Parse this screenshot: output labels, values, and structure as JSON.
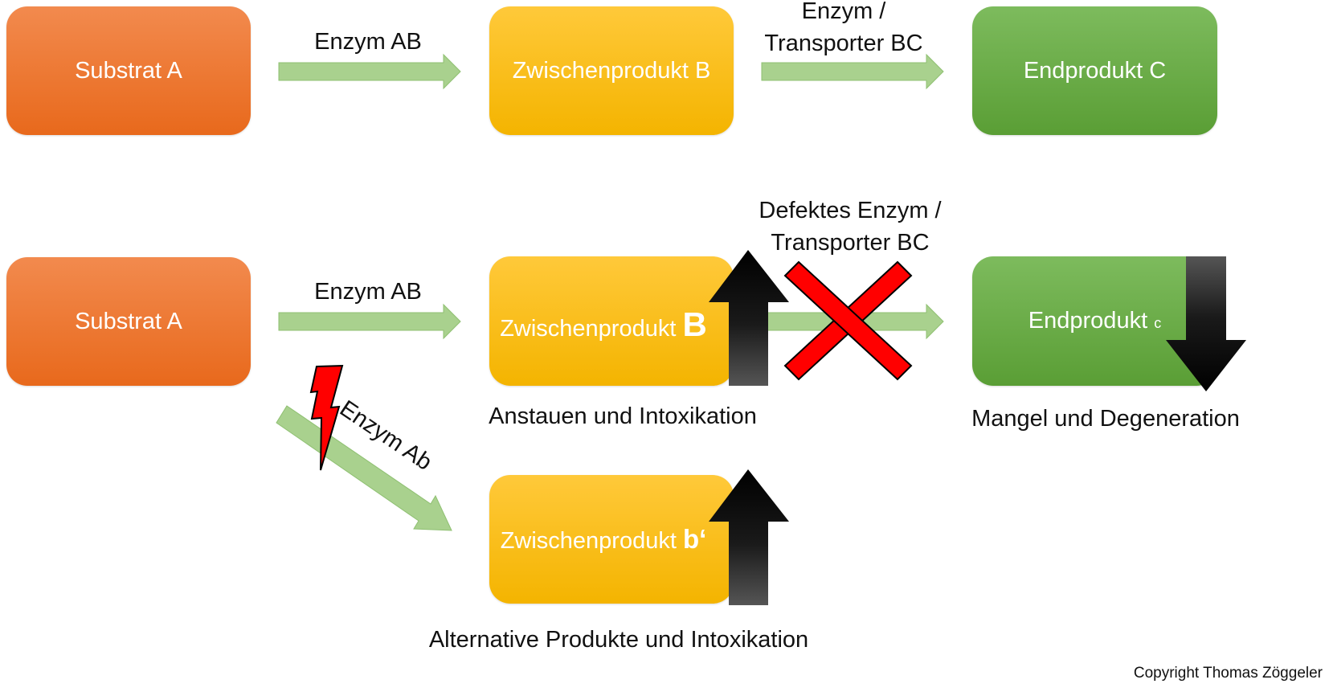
{
  "row1": {
    "substrate": "Substrat A",
    "arrow1_label": "Enzym AB",
    "intermediate": "Zwischenprodukt B",
    "arrow2_label_line1": "Enzym /",
    "arrow2_label_line2": "Transporter BC",
    "product": "Endprodukt C"
  },
  "row2": {
    "substrate": "Substrat A",
    "arrow1_label": "Enzym AB",
    "intermediate_text": "Zwischenprodukt ",
    "intermediate_letter": "B",
    "defect_line1": "Defektes Enzym /",
    "defect_line2": "Transporter BC",
    "product_text": "Endprodukt ",
    "product_letter": "c",
    "caption_intermediate": "Anstauen und Intoxikation",
    "caption_product": "Mangel und Degeneration"
  },
  "row3": {
    "diagonal_label": "Enzym Ab",
    "intermediate_text": "Zwischenprodukt ",
    "intermediate_letter": "b‘",
    "caption": "Alternative Produkte und Intoxikation"
  },
  "copyright": "Copyright Thomas Zöggeler",
  "colors": {
    "orange": "#e8691c",
    "yellow": "#f4b400",
    "green": "#5a9e35",
    "flow_arrow": "#a9d18e",
    "cross": "#ff0000",
    "indicator_arrow": "#000000"
  }
}
